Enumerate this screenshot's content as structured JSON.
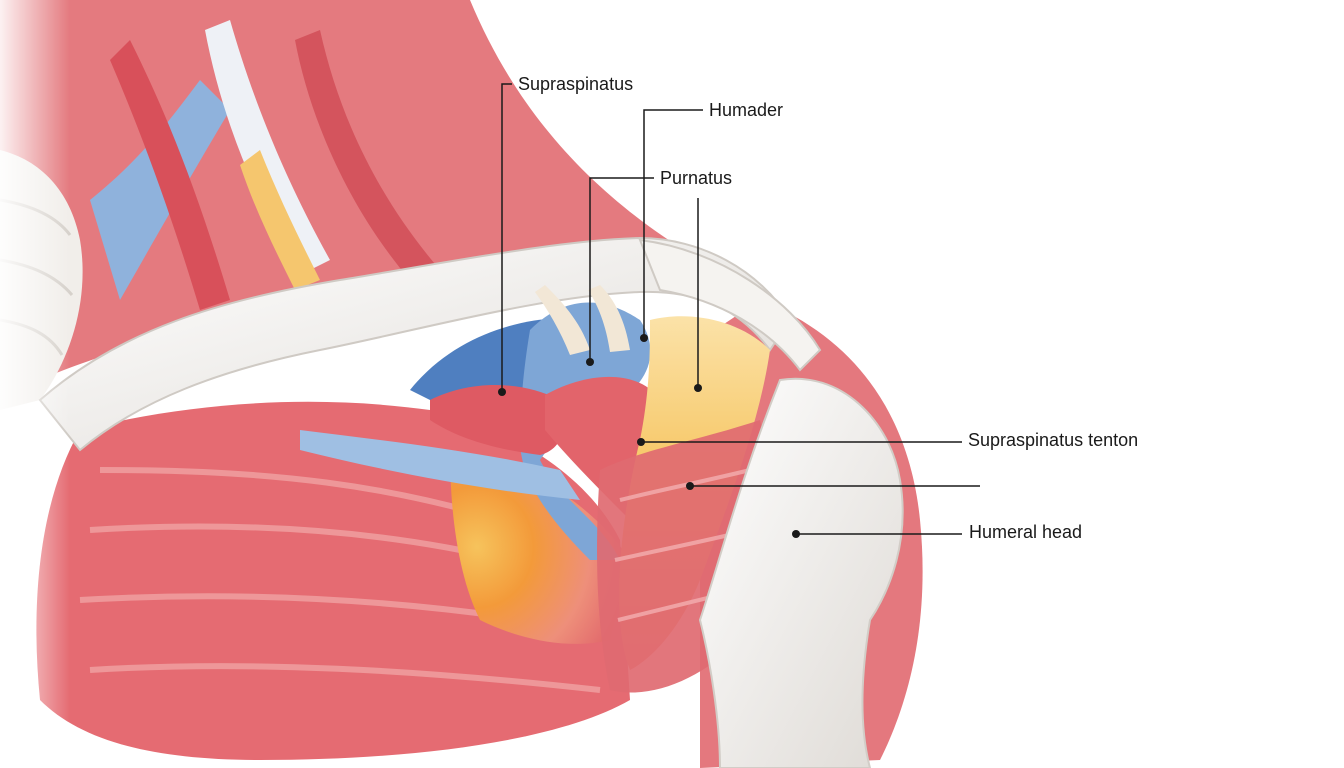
{
  "colors": {
    "muscle": "#e0636a",
    "muscle_light": "#f2a9aa",
    "muscle_dark": "#c8434d",
    "tendon_blue": "#7ea6d6",
    "tendon_blue_dark": "#4f7fc0",
    "tendon_yellow": "#f6c35c",
    "tendon_orange": "#f39a3a",
    "bone": "#f4f2ef",
    "bone_shadow": "#d9d6d2",
    "leader_line": "#1a1a1a",
    "label_text": "#1a1a1a"
  },
  "labels": [
    {
      "id": "supraspinatus",
      "text": "Supraspinatus"
    },
    {
      "id": "humader",
      "text": "Humader"
    },
    {
      "id": "purnatus",
      "text": "Purnatus"
    },
    {
      "id": "supraspinatus-tenton",
      "text": "Supraspinatus tenton"
    },
    {
      "id": "humeral-head",
      "text": "Humeral head"
    }
  ]
}
